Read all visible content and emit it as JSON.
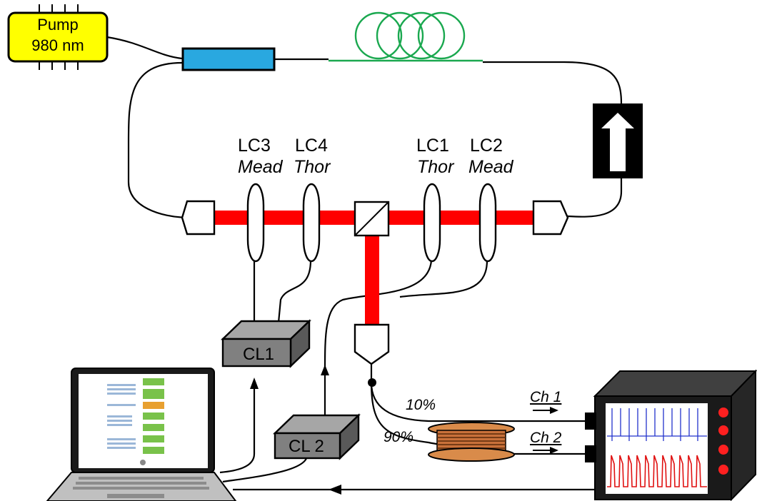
{
  "pump": {
    "line1": "Pump",
    "line2": "980 nm"
  },
  "couplers": {
    "lc3": {
      "name": "LC3",
      "type": "Mead"
    },
    "lc4": {
      "name": "LC4",
      "type": "Thor"
    },
    "lc1": {
      "name": "LC1",
      "type": "Thor"
    },
    "lc2": {
      "name": "LC2",
      "type": "Mead"
    }
  },
  "controllers": {
    "cl1": "CL1",
    "cl2": "CL 2"
  },
  "split": {
    "low": "10%",
    "high": "90%"
  },
  "channels": {
    "ch1": "Ch 1",
    "ch2": "Ch 2"
  },
  "colors": {
    "pump_fill": "#ffff00",
    "wdm_fill": "#29a8e0",
    "gain_fiber": "#1aa84f",
    "free_space_beam": "#ff0000",
    "controller_fill": "#808080",
    "oscilloscope_body": "#1a1a1a",
    "trace_ch1": "#2233cc",
    "trace_ch2": "#e01010",
    "scope_buttons": "#ff2020",
    "delay_coil": "#d98b4a"
  }
}
